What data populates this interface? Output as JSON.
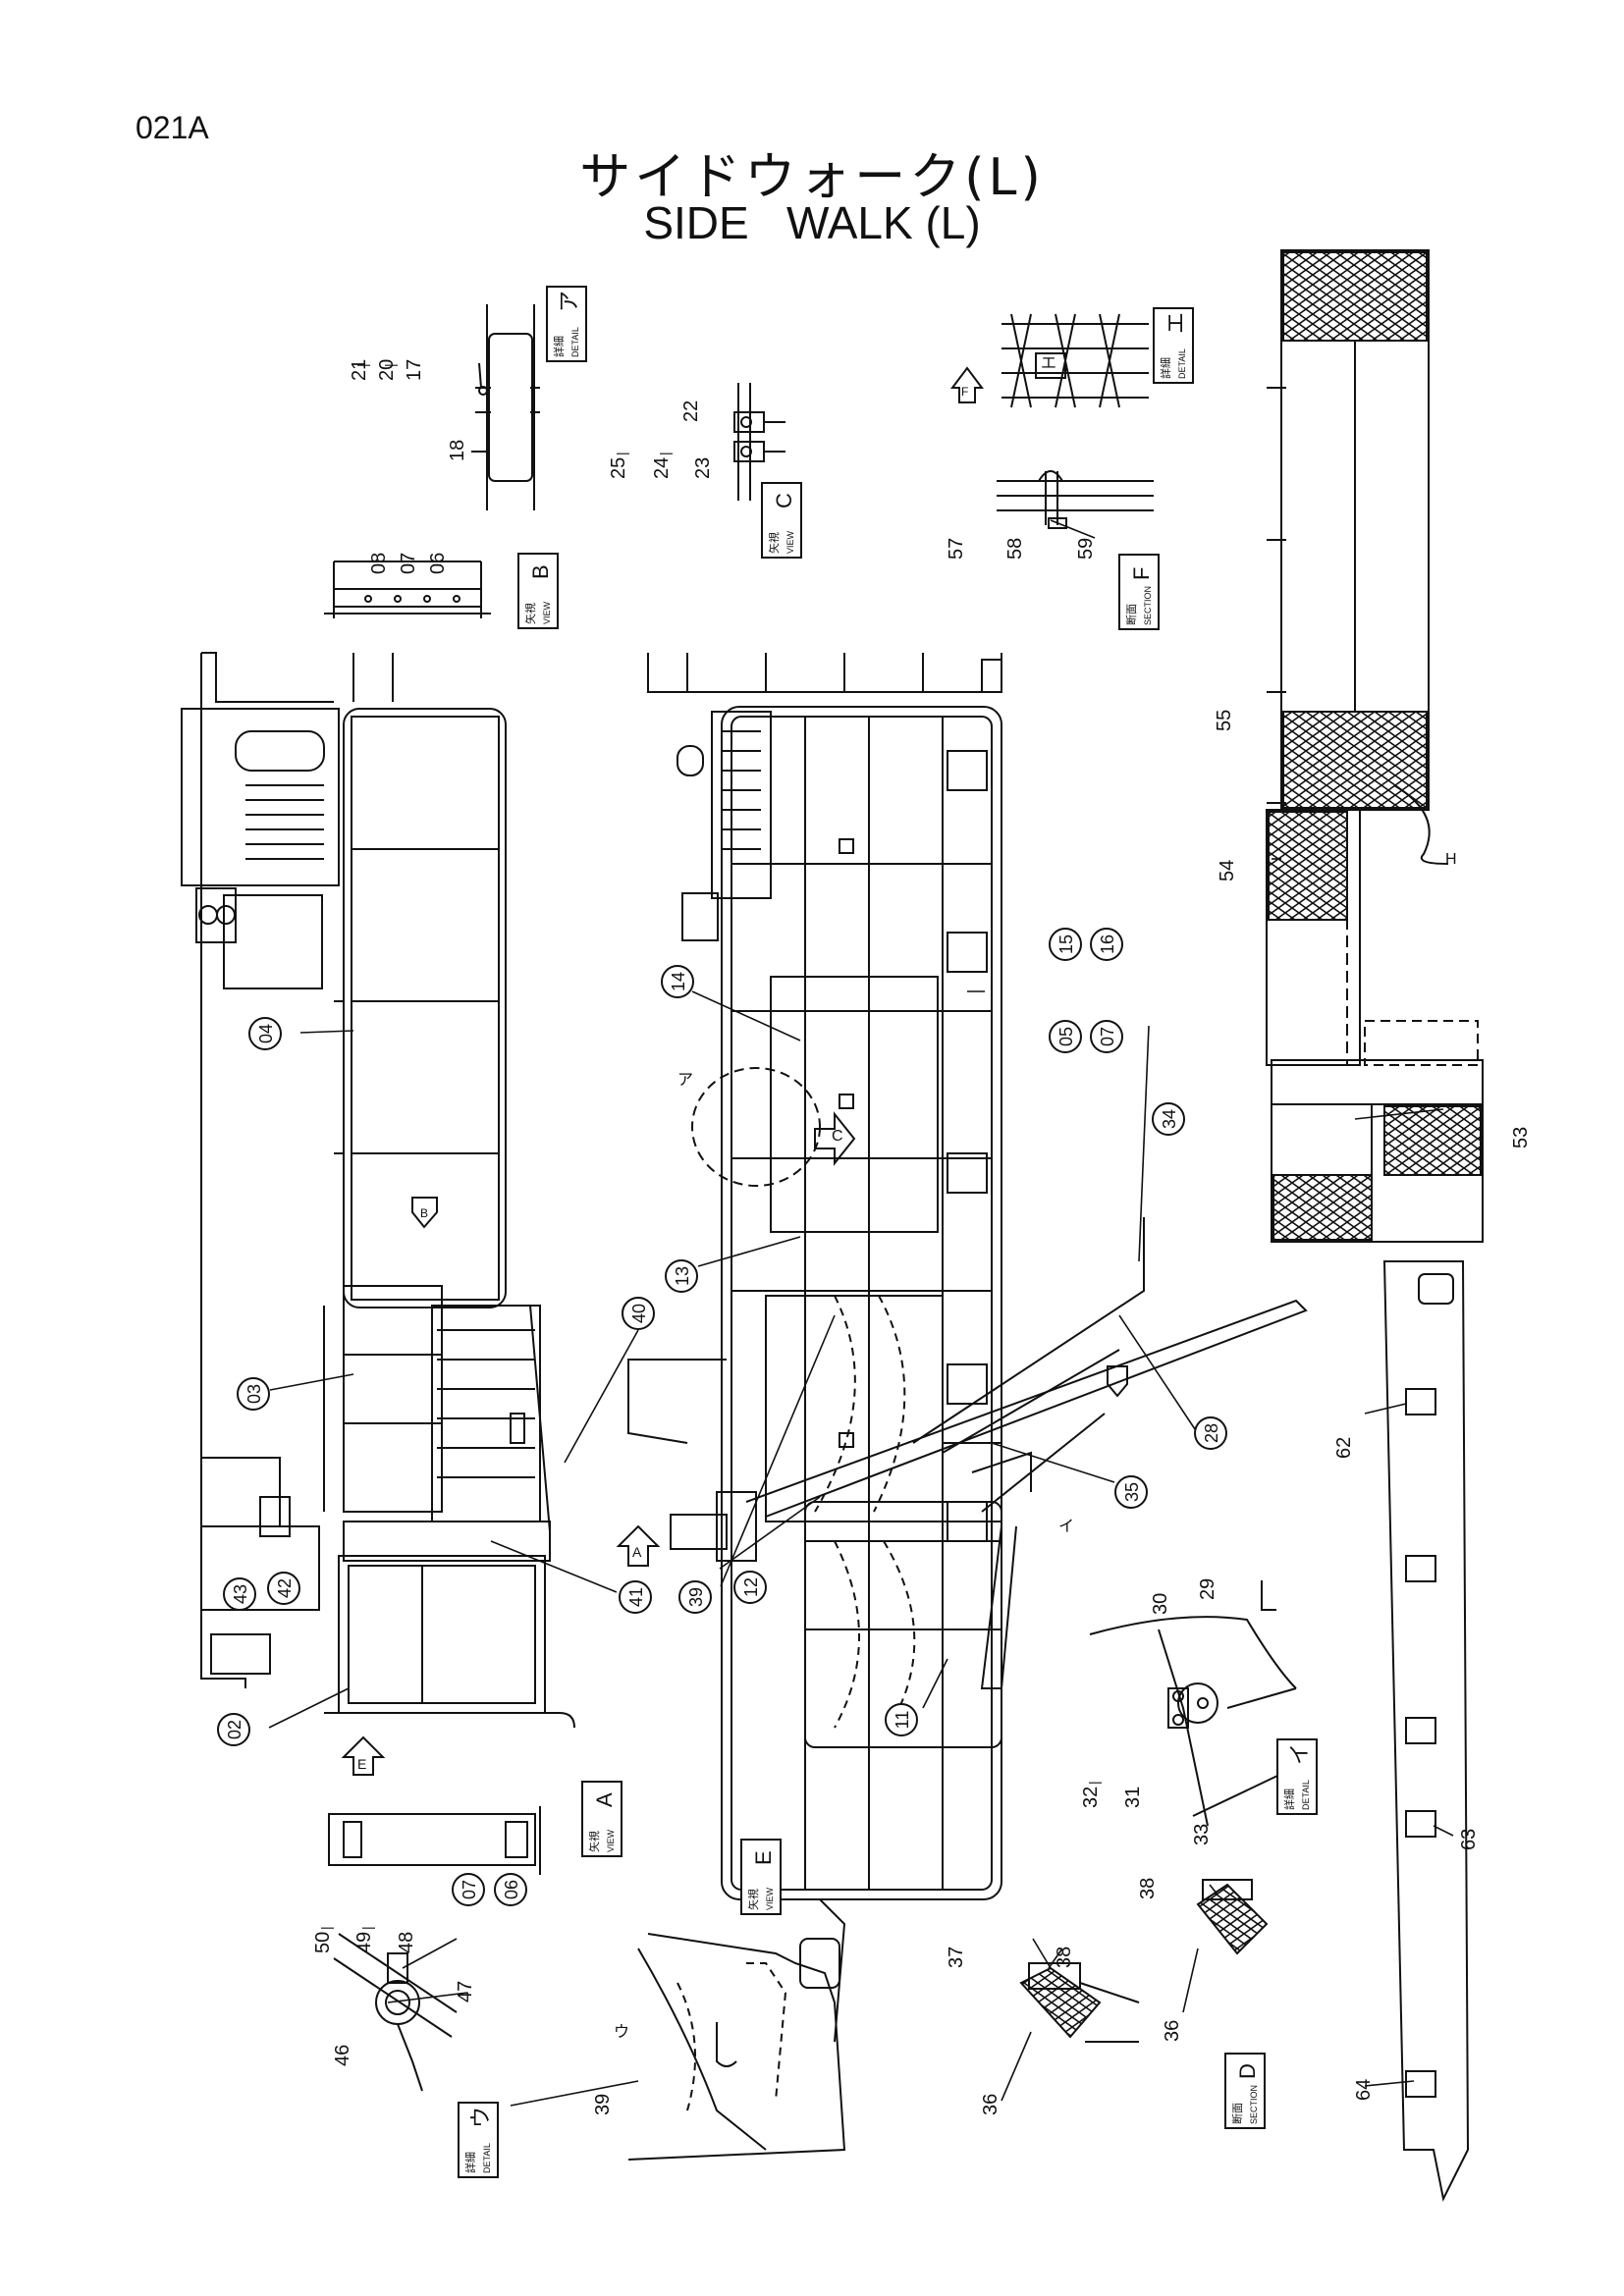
{
  "page": {
    "code": "021A"
  },
  "title": {
    "jp": "サイドウォーク(L)",
    "en": "SIDE   WALK (L)"
  },
  "views": {
    "detail_a": {
      "small": "詳細",
      "big": "ア",
      "word": "DETAIL"
    },
    "detail_i": {
      "small": "詳細",
      "big": "イ",
      "word": "DETAIL"
    },
    "detail_u": {
      "small": "詳細",
      "big": "ウ",
      "word": "DETAIL"
    },
    "detail_e": {
      "small": "詳細",
      "big": "エ",
      "word": "DETAIL"
    },
    "view_a": {
      "small": "矢視",
      "big": "A",
      "word": "VIEW"
    },
    "view_b": {
      "small": "矢視",
      "big": "B",
      "word": "VIEW"
    },
    "view_c": {
      "small": "矢視",
      "big": "C",
      "word": "VIEW"
    },
    "view_e": {
      "small": "矢視",
      "big": "E",
      "word": "VIEW"
    },
    "section_d": {
      "small": "断面",
      "big": "D",
      "word": "SECTION"
    },
    "section_f": {
      "small": "断面",
      "big": "F",
      "word": "SECTION"
    }
  },
  "markers": {
    "a": "A",
    "c": "C",
    "e": "E",
    "f": "F",
    "b": "B",
    "h": "H",
    "detail_a": "ア",
    "detail_i": "イ",
    "detail_u": "ウ",
    "detail_e": "エ"
  },
  "parts": {
    "p02": "02",
    "p03": "03",
    "p04": "04",
    "p05": "05",
    "p06": "06",
    "p07": "07",
    "p08": "08",
    "p11": "11",
    "p12": "12",
    "p13": "13",
    "p14": "14",
    "p15": "15",
    "p16": "16",
    "p17": "17",
    "p18": "18",
    "p20": "20",
    "p21": "21",
    "p22": "22",
    "p23": "23",
    "p24": "24",
    "p25": "25",
    "p28": "28",
    "p29": "29",
    "p30": "30",
    "p31": "31",
    "p32": "32",
    "p33": "33",
    "p34": "34",
    "p35": "35",
    "p36": "36",
    "p37": "37",
    "p38": "38",
    "p39": "39",
    "p40": "40",
    "p41": "41",
    "p42": "42",
    "p43": "43",
    "p46": "46",
    "p47": "47",
    "p48": "48",
    "p49": "49",
    "p50": "50",
    "p53": "53",
    "p54": "54",
    "p55": "55",
    "p57": "57",
    "p58": "58",
    "p59": "59",
    "p62": "62",
    "p63": "63",
    "p64": "64",
    "dash": "|"
  }
}
